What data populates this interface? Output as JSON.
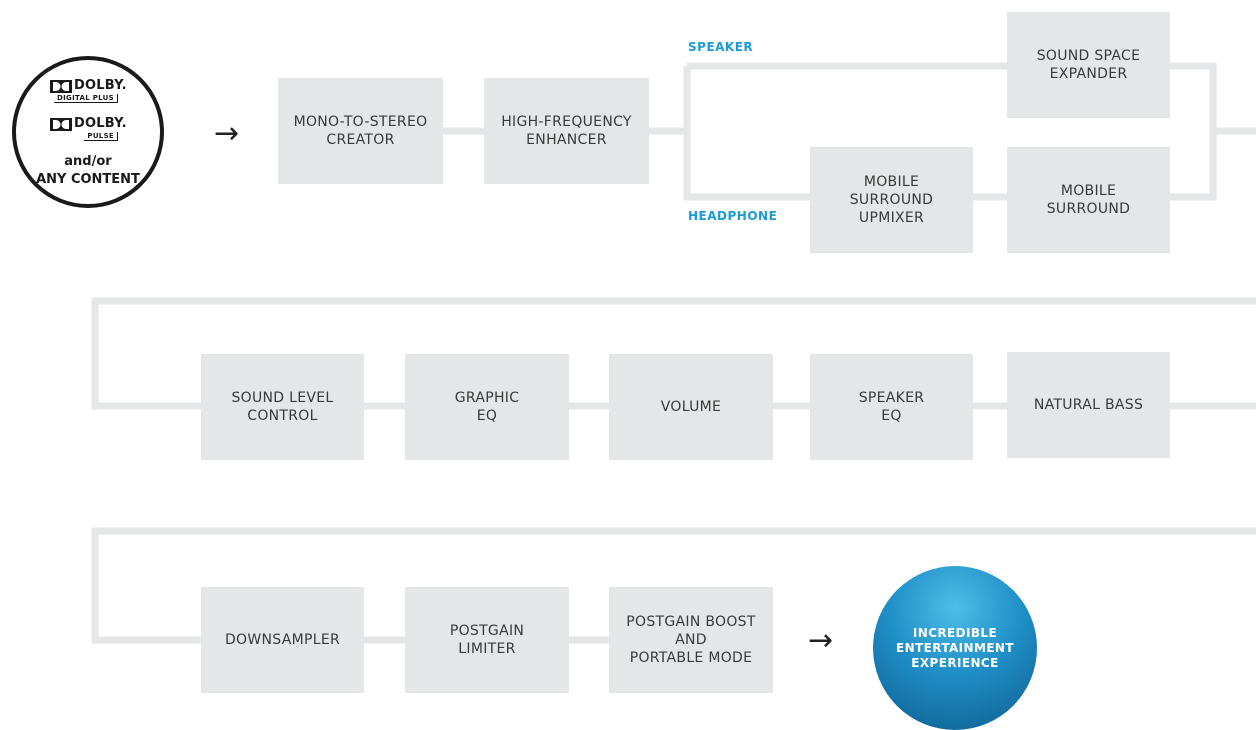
{
  "input": {
    "logo1_brand": "DOLBY.",
    "logo1_sub": "DIGITAL PLUS",
    "logo2_brand": "DOLBY.",
    "logo2_sub": "PULSE",
    "andor": "and/or",
    "any_content": "ANY CONTENT"
  },
  "arrows": {
    "arrow1": "→",
    "arrow2": "→"
  },
  "labels": {
    "speaker": "SPEAKER",
    "headphone": "HEADPHONE"
  },
  "row1": {
    "mono_to_stereo": "MONO-TO-STEREO\nCREATOR",
    "high_frequency": "HIGH-FREQUENCY\nENHANCER",
    "sound_space": "SOUND SPACE\nEXPANDER",
    "mobile_surround_upmixer": "MOBILE\nSURROUND\nUPMIXER",
    "mobile_surround": "MOBILE\nSURROUND"
  },
  "row2": {
    "sound_level": "SOUND LEVEL\nCONTROL",
    "graphic_eq": "GRAPHIC\nEQ",
    "volume": "VOLUME",
    "speaker_eq": "SPEAKER\nEQ",
    "natural_bass": "NATURAL BASS"
  },
  "row3": {
    "downsampler": "DOWNSAMPLER",
    "postgain_limiter": "POSTGAIN\nLIMITER",
    "postgain_boost": "POSTGAIN BOOST\nAND\nPORTABLE MODE"
  },
  "output": {
    "text": "INCREDIBLE\nENTERTAINMENT\nEXPERIENCE"
  },
  "colors": {
    "box": "#e5e6e7",
    "line": "#e5e6e7",
    "accent": "#1a9ad6",
    "output": "#1f8fc7"
  }
}
